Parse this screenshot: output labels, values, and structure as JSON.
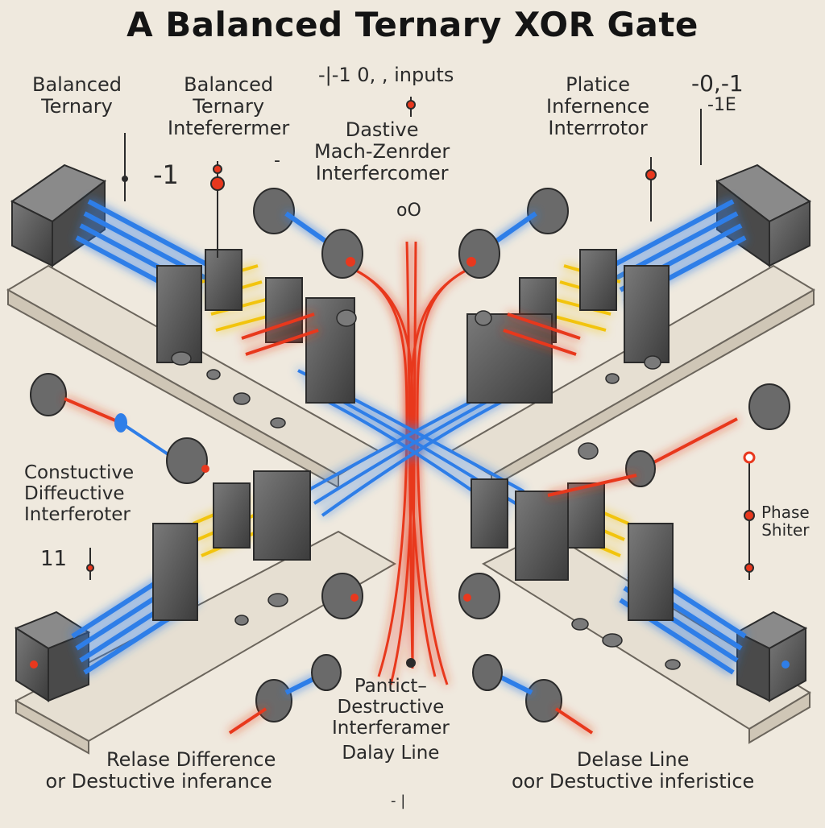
{
  "title": "A Balanced Ternary XOR Gate",
  "labels": {
    "top_left_1": [
      "Balanced",
      "Ternary"
    ],
    "top_left_2": [
      "Balanced",
      "Ternary",
      "Inteferermer"
    ],
    "top_inputs": "-|-1  0, ,  inputs",
    "top_center": [
      "Dastive",
      "Mach-Zenrder",
      "Interfercomer"
    ],
    "top_right_1": [
      "Platice",
      "Infernence",
      "Interrrotor"
    ],
    "top_right_vals": [
      "-0,-1",
      "-1E"
    ],
    "minus_one": "-1",
    "dash": "-",
    "co": "oO",
    "left_mid": [
      "Constuctive",
      "Diffeuctive",
      "Interferoter"
    ],
    "left_11": "11",
    "phase": [
      "Phase",
      "Shiter"
    ],
    "bottom_center": [
      "Pantict–",
      "Destructive",
      "Interferamer",
      "Dalay Line"
    ],
    "bottom_left": [
      "Relase Difference",
      "or Destuctive inferance"
    ],
    "bottom_right": [
      "Delase Line",
      "oor Destuctive inferistice"
    ],
    "bottom_mark": "- |"
  },
  "colors": {
    "background": "#efe9de",
    "board": "#e4ddd0",
    "block": "#5a5a5a",
    "blue_beam": "#2f7ee8",
    "red_beam": "#e8381e",
    "yellow_wire": "#f2c40f"
  }
}
